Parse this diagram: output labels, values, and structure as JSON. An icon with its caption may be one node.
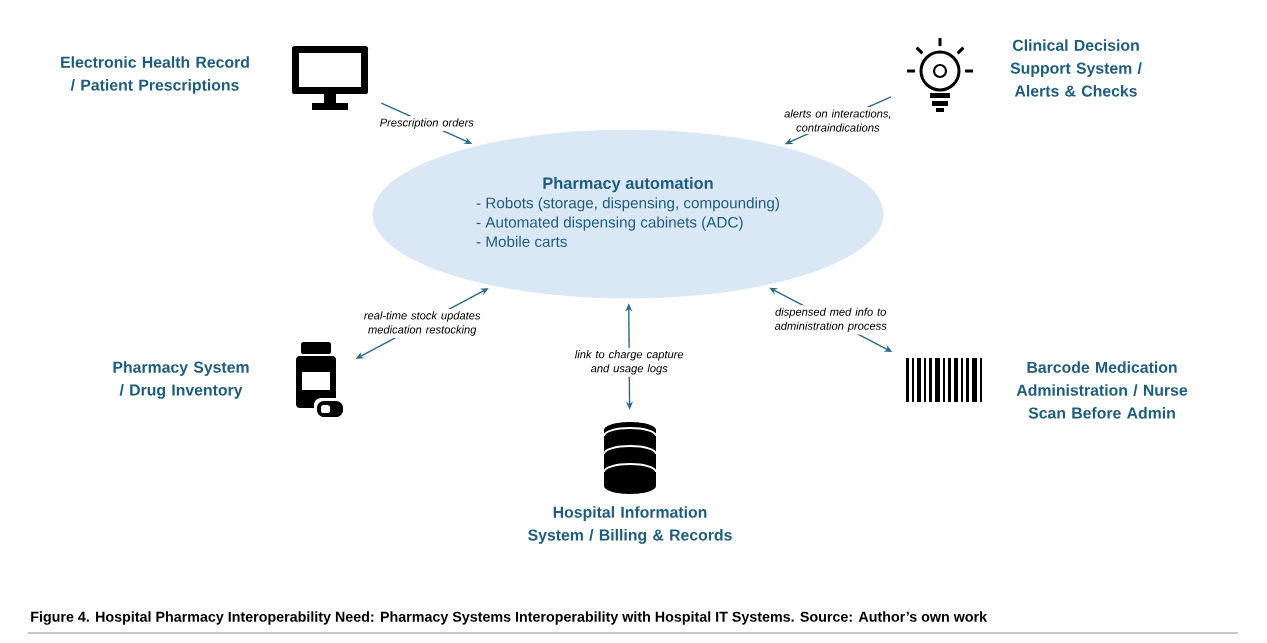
{
  "diagram": {
    "caption": "Figure 4. Hospital Pharmacy Interoperability Need: Pharmacy Systems Interoperability with Hospital IT Systems. Source: Author’s own work",
    "nodes": [
      {
        "text": [],
        "shape": "picture",
        "beside": [
          "Electronic Health Record / Patient Prescriptions"
        ]
      },
      {
        "text": [],
        "shape": "picture",
        "beside": [
          "Clinical Decision Support System / Alerts & Checks"
        ]
      },
      {
        "text": [
          "Pharmacy automation",
          "- Robots (storage, dispensing, compounding)",
          "- Automated dispensing cabinets (ADC)",
          "- Mobile carts"
        ]
      },
      {
        "text": [],
        "shape": "picture",
        "beside": [
          "Pharmacy System / Drug Inventory"
        ]
      },
      {
        "text": [],
        "shape": "picture",
        "beside": [
          "Barcode Medication Administration / Nurse Scan Before Admin"
        ]
      },
      {
        "text": [],
        "shape": "picture",
        "beside": [
          "Hospital Information System / Billing & Records"
        ]
      }
    ],
    "edges": [
      {
        "from": 0,
        "to": 2,
        "arrow": "to",
        "label": "Prescription orders"
      },
      {
        "from": 1,
        "to": 2,
        "arrow": "to",
        "label": "alerts on interactions, contraindications"
      },
      {
        "from": 2,
        "to": 3,
        "arrow": "both",
        "label": "real-time stock updates medication restocking"
      },
      {
        "from": 2,
        "to": 5,
        "arrow": "both",
        "label": "link to charge capture and usage logs"
      },
      {
        "from": 2,
        "to": 4,
        "arrow": "both",
        "label": "dispensed med info to administration process"
      }
    ]
  }
}
